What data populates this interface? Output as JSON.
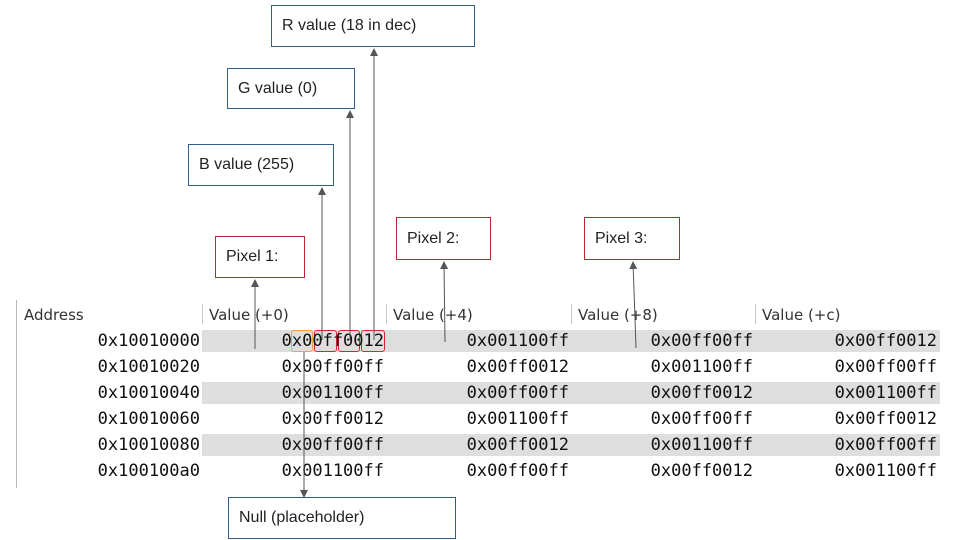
{
  "callouts": {
    "r_value": "R value (18 in dec)",
    "g_value": "G value (0)",
    "b_value": "B value (255)",
    "pixel1": "Pixel 1:",
    "pixel2": "Pixel 2:",
    "pixel3": "Pixel 3:",
    "null_placeholder": "Null (placeholder)"
  },
  "memory_table": {
    "headers": [
      "Address",
      "Value (+0)",
      "Value (+4)",
      "Value (+8)",
      "Value (+c)"
    ],
    "rows": [
      {
        "address": "0x10010000",
        "values": [
          "0x00ff0012",
          "0x001100ff",
          "0x00ff00ff",
          "0x00ff0012"
        ]
      },
      {
        "address": "0x10010020",
        "values": [
          "0x00ff00ff",
          "0x00ff0012",
          "0x001100ff",
          "0x00ff00ff"
        ]
      },
      {
        "address": "0x10010040",
        "values": [
          "0x001100ff",
          "0x00ff00ff",
          "0x00ff0012",
          "0x001100ff"
        ]
      },
      {
        "address": "0x10010060",
        "values": [
          "0x00ff0012",
          "0x001100ff",
          "0x00ff00ff",
          "0x00ff0012"
        ]
      },
      {
        "address": "0x10010080",
        "values": [
          "0x00ff00ff",
          "0x00ff0012",
          "0x001100ff",
          "0x00ff00ff"
        ]
      },
      {
        "address": "0x100100a0",
        "values": [
          "0x001100ff",
          "0x00ff00ff",
          "0x00ff0012",
          "0x001100ff"
        ]
      }
    ]
  },
  "colors": {
    "callout_blue_border": "#2f5f8a",
    "callout_red_border": "#c0262d",
    "null_byte_highlight": "#f0a24a",
    "color_byte_highlight": "#d9262e",
    "row_shade": "#dedede",
    "arrow": "#555555"
  }
}
